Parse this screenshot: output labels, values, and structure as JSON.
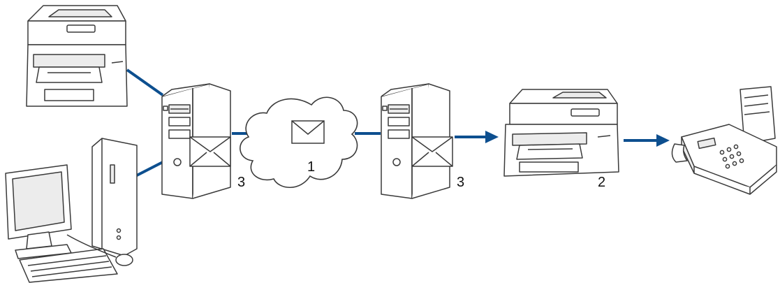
{
  "colors": {
    "link": "#0d4f8f",
    "stroke": "#3a3a3a",
    "device_fill": "#ffffff",
    "device_shade": "#ececec",
    "background": "#ffffff"
  },
  "labels": {
    "internet": "1",
    "receiving_machine": "2",
    "sending_mail_server": "3",
    "receiving_mail_server": "3"
  },
  "icons": {
    "top_left_device": "multifunction-printer-icon",
    "bottom_left_device": "desktop-computer-icon",
    "server_left": "mail-server-icon",
    "internet": "cloud-email-icon",
    "server_right": "mail-server-icon",
    "machine_right": "multifunction-printer-icon",
    "fax_machine": "fax-machine-icon"
  }
}
